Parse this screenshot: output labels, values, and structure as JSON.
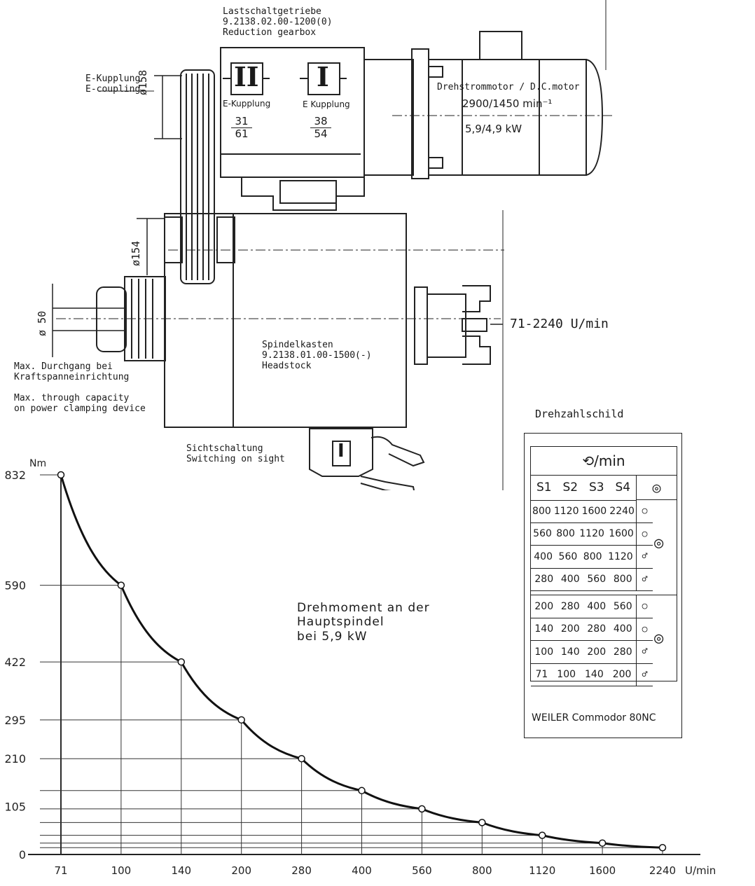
{
  "labels": {
    "gearbox_title_1": "Lastschaltgetriebe",
    "gearbox_title_2": "9.2138.02.00-1200(0)",
    "gearbox_title_3": "Reduction gearbox",
    "ecoupling_1": "E-Kupplung",
    "ecoupling_2": "E-coupling",
    "dia_158": "ø158",
    "clutch_2_roman": "II",
    "clutch_1_roman": "I",
    "clutch_2_label": "E-Kupplung",
    "clutch_1_label": "E Kupplung",
    "ratio_left_num": "31",
    "ratio_left_den": "61",
    "ratio_right_num": "38",
    "ratio_right_den": "54",
    "motor_title": "Drehstrommotor / D.C.motor",
    "motor_speed": "2900/1450 min⁻¹",
    "motor_power": "5,9/4,9 kW",
    "dia_154": "ø154",
    "dia_50": "ø 50",
    "spindle_speed": "71-2240 U/min",
    "headstock_1": "Spindelkasten",
    "headstock_2": "9.2138.01.00-1500(-)",
    "headstock_3": "Headstock",
    "max_pass_1": "Max. Durchgang bei",
    "max_pass_2": "Kraftspanneinrichtung",
    "max_cap_1": "Max. through capacity",
    "max_cap_2": "on power clamping device",
    "sight_1": "Sichtschaltung",
    "sight_2": "Switching on sight",
    "sight_knob": "I"
  },
  "speed_plate": {
    "title": "Drehzahlschild",
    "unit": "/min",
    "headers": [
      "S1",
      "S2",
      "S3",
      "S4"
    ],
    "rows": [
      [
        "800",
        "1120",
        "1600",
        "2240"
      ],
      [
        "560",
        "800",
        "1120",
        "1600"
      ],
      [
        "400",
        "560",
        "800",
        "1120"
      ],
      [
        "280",
        "400",
        "560",
        "800"
      ],
      [
        "200",
        "280",
        "400",
        "560"
      ],
      [
        "140",
        "200",
        "280",
        "400"
      ],
      [
        "100",
        "140",
        "200",
        "280"
      ],
      [
        "71",
        "100",
        "140",
        "200"
      ]
    ],
    "maker": "WEILER Commodor 80NC"
  },
  "chart_data": {
    "type": "line",
    "title": "Drehmoment an der Hauptspindel bei 5,9 kW",
    "title_lines": [
      "Drehmoment an der",
      "Hauptspindel",
      "bei 5,9 kW"
    ],
    "ylabel": "Nm",
    "xunit": "U/min",
    "categories": [
      "71",
      "100",
      "140",
      "200",
      "280",
      "400",
      "560",
      "800",
      "1120",
      "1600",
      "2240"
    ],
    "values": [
      832,
      590,
      422,
      295,
      210,
      140,
      100,
      70,
      42,
      25,
      15
    ],
    "yticks": [
      832,
      590,
      422,
      295,
      210,
      105,
      0
    ],
    "ylim": [
      0,
      832
    ]
  }
}
